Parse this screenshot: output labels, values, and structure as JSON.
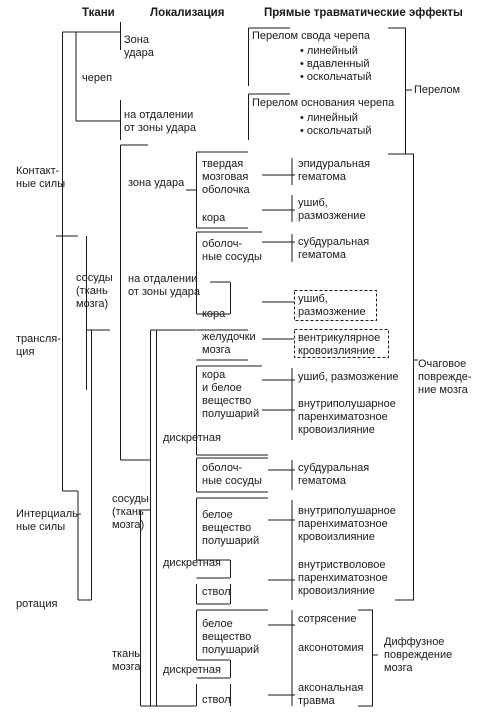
{
  "headers": {
    "tissues": "Ткани",
    "localization": "Локализация",
    "effects": "Прямые травматические эффекты"
  },
  "forces": {
    "contact": [
      "Контакт-",
      "ные силы"
    ],
    "translation": [
      "трансля-",
      "ция"
    ],
    "inertial": [
      "Интерциаль-",
      "ные силы"
    ],
    "rotation": "ротация"
  },
  "tissues": {
    "skull": "череп",
    "vessels_1": [
      "сосуды",
      "(ткань",
      "мозга)"
    ],
    "vessels_2": [
      "сосуды",
      "(ткань",
      "мозга)"
    ],
    "brain_tissue": [
      "ткань",
      "мозга"
    ]
  },
  "localization": {
    "impact_zone": [
      "Зона",
      "удара"
    ],
    "away_from_impact": [
      "на отдалении",
      "от зоны удара"
    ],
    "impact_zone_2": "зона удара",
    "away_from_impact_2": [
      "на отдалении",
      "от зоны удара"
    ],
    "dura": [
      "твердая",
      "мозговая",
      "оболочка"
    ],
    "cortex_1": "кора",
    "meningeal_vessels_1": [
      "оболоч-",
      "ные сосуды"
    ],
    "cortex_2": "кора",
    "ventricles": [
      "желудочки",
      "мозга"
    ],
    "cortex_white_matter": [
      "кора",
      "и белое",
      "вещество",
      "полушарий"
    ],
    "discrete_1": "дискретная",
    "meningeal_vessels_2": [
      "оболоч-",
      "ные сосуды"
    ],
    "white_matter_1": [
      "белое",
      "вещество",
      "полушарий"
    ],
    "discrete_2": "дискретная",
    "brainstem_1": "ствол",
    "white_matter_2": [
      "белое",
      "вещество",
      "полушарий"
    ],
    "discrete_3": "дискретная",
    "brainstem_2": "ствол"
  },
  "effects": {
    "vault_fracture": "Перелом свода черепа",
    "vault_types": [
      "линейный",
      "вдавленный",
      "оскольчатый"
    ],
    "base_fracture": "Перелом основания черепа",
    "base_types": [
      "линейный",
      "оскольчатый"
    ],
    "fracture": "Перелом",
    "epidural": [
      "эпидуральная",
      "гематома"
    ],
    "contusion_1": [
      "ушиб,",
      "размозжение"
    ],
    "subdural_1": [
      "субдуральная",
      "гематома"
    ],
    "contusion_2": [
      "ушиб,",
      "размозжение"
    ],
    "intraventricular": [
      "вентрикулярное",
      "кровоизлияние"
    ],
    "contusion_3": "ушиб, размозжение",
    "intrahemispheric_1": [
      "внутриполушарное",
      "паренхиматозное",
      "кровоизлияние"
    ],
    "focal": [
      "Очаговое",
      "поврежде-",
      "ние мозга"
    ],
    "subdural_2": [
      "субдуральная",
      "гематома"
    ],
    "intrahemispheric_2": [
      "внутриполушарное",
      "паренхиматозное",
      "кровоизлияние"
    ],
    "intrastem": [
      "внутристволовое",
      "паренхиматозное",
      "кровоизлияние"
    ],
    "concussion": "сотрясение",
    "axonotomy": "аксонотомия",
    "axonal_trauma": [
      "аксональная",
      "травма"
    ],
    "diffuse": [
      "Диффузное",
      "повреждение",
      "мозга"
    ]
  }
}
